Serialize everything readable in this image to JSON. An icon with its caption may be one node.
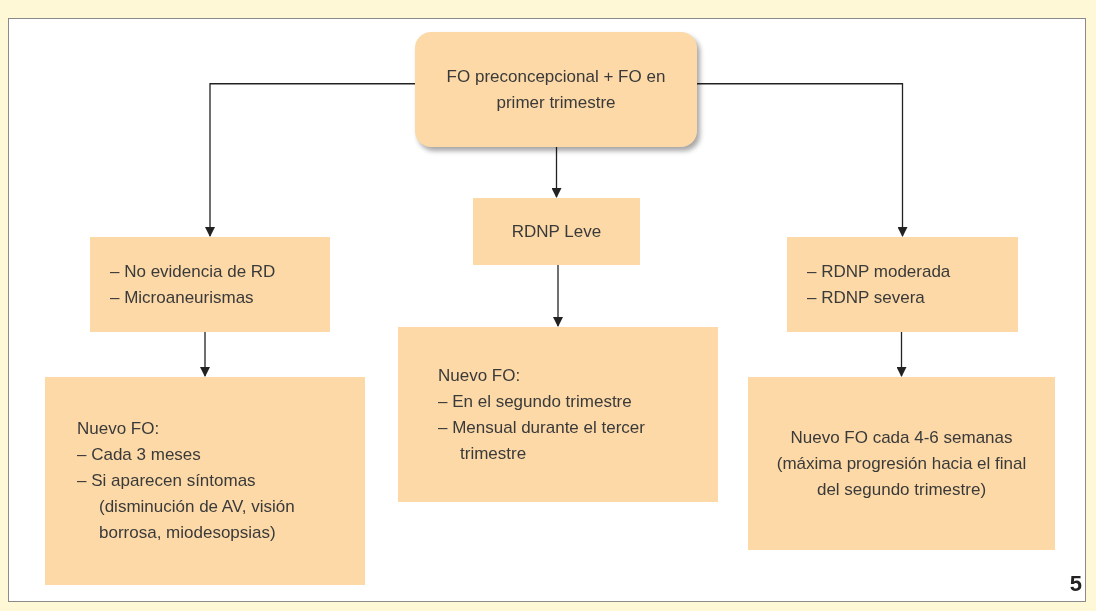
{
  "diagram": {
    "nodes": [
      {
        "text": [
          "FO preconcepcional + FO en primer trimestre"
        ]
      },
      {
        "text": [
          "– No evidencia de RD",
          "– Microaneurismas"
        ]
      },
      {
        "text": [
          "RDNP Leve"
        ]
      },
      {
        "text": [
          "– RDNP moderada",
          "– RDNP severa"
        ]
      },
      {
        "text": [
          "Nuevo FO:",
          "– Cada 3 meses",
          "– Si aparecen síntomas (disminución de AV, visión borrosa, miodesopsias)"
        ]
      },
      {
        "text": [
          "Nuevo FO:",
          "– En el segundo trimestre",
          "– Mensual durante el tercer trimestre"
        ]
      },
      {
        "text": [
          "Nuevo FO cada 4-6 semanas (máxima progresión hacia el final del segundo trimestre)"
        ]
      }
    ],
    "edges": [
      {
        "from": 0,
        "to": 1,
        "arrow": "to"
      },
      {
        "from": 0,
        "to": 2,
        "arrow": "to"
      },
      {
        "from": 0,
        "to": 3,
        "arrow": "to"
      },
      {
        "from": 1,
        "to": 4,
        "arrow": "to"
      },
      {
        "from": 2,
        "to": 5,
        "arrow": "to"
      },
      {
        "from": 3,
        "to": 6,
        "arrow": "to"
      }
    ],
    "labels": [
      "5"
    ]
  }
}
